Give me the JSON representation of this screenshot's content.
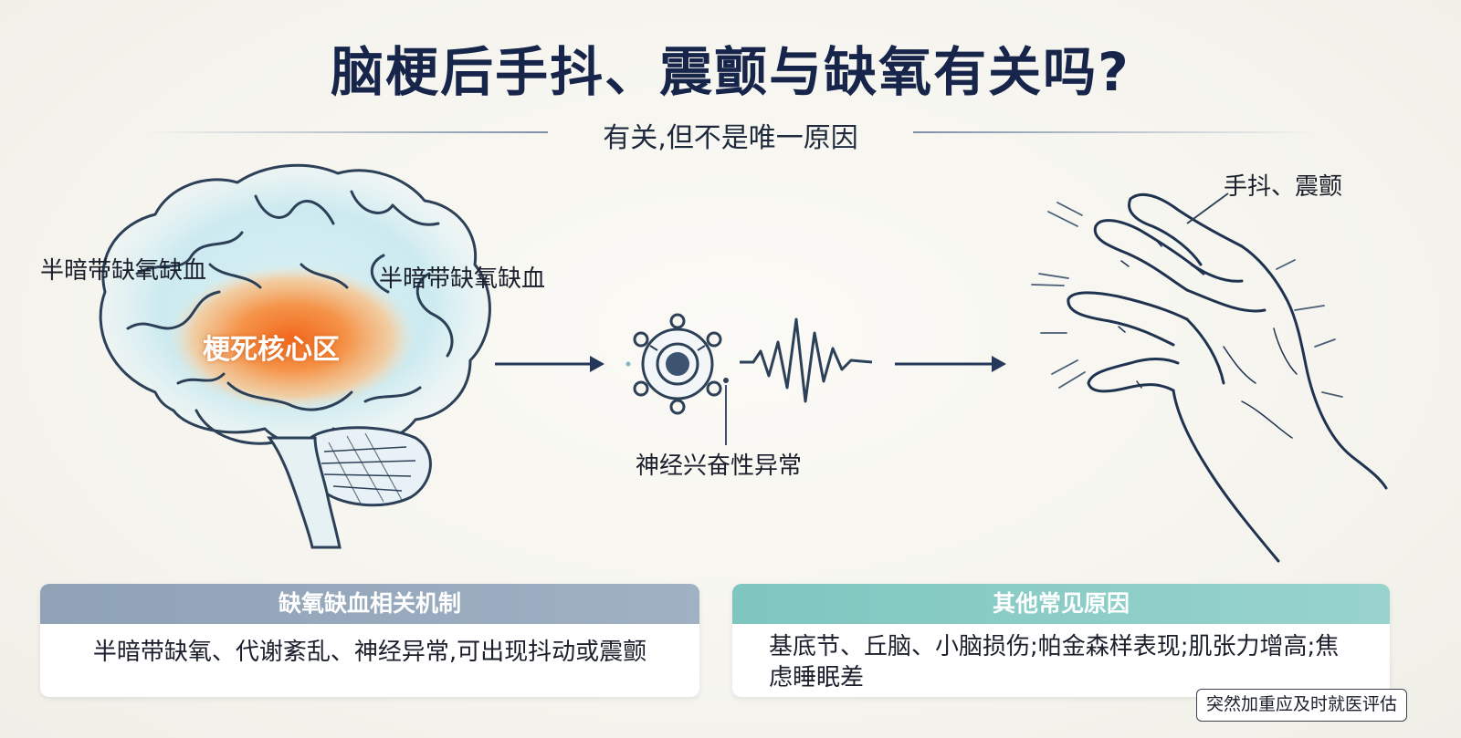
{
  "title": "脑梗后手抖、震颤与缺氧有关吗?",
  "subtitle": "有关,但不是唯一原因",
  "labels": {
    "penumbra_left": "半暗带缺氧缺血",
    "penumbra_right": "半暗带缺氧缺血",
    "core": "梗死核心区",
    "neural": "神经兴奋性异常",
    "tremor": "手抖、震颤"
  },
  "cards": {
    "mechanism": {
      "title": "缺氧缺血相关机制",
      "text": "半暗带缺氧、代谢紊乱、神经异常,可出现抖动或震颤"
    },
    "other": {
      "title": "其他常见原因",
      "text": "基底节、丘脑、小脑损伤;帕金森样表现;肌张力增高;焦虑睡眠差"
    }
  },
  "note": "突然加重应及时就医评估",
  "colors": {
    "title": "#17254a",
    "outline": "#2c4058",
    "core": "#f08a3a",
    "penumbra": "#bfe6ee",
    "card_left_header": "#8fa2b6",
    "card_right_header": "#7fc6c0"
  },
  "icons": [
    "brain-icon",
    "neuron-icon",
    "signal-wave-icon",
    "hand-icon",
    "arrow-right-icon"
  ]
}
